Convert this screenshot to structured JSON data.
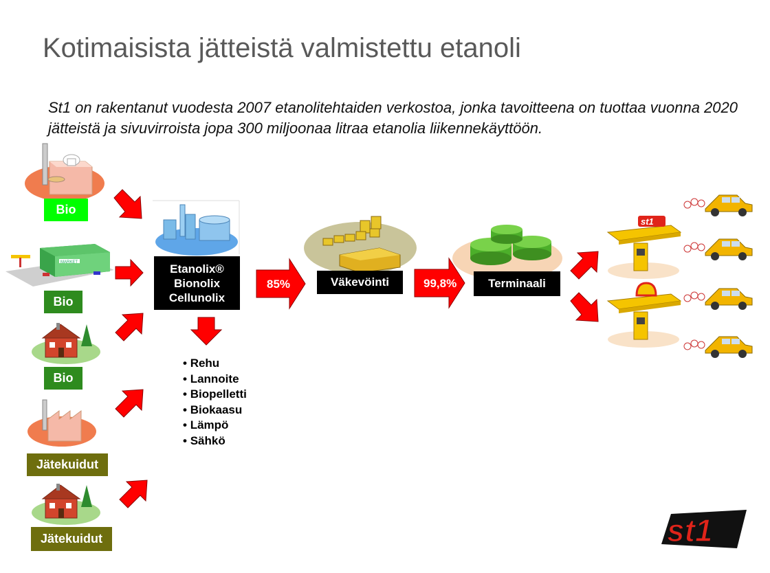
{
  "title": "Kotimaisista jätteistä valmistettu etanoli",
  "subtitle": "St1 on rakentanut vuodesta 2007 etanolitehtaiden verkostoa, jonka tavoitteena on tuottaa vuonna 2020 jätteistä ja sivuvirroista jopa 300 miljoonaa litraa etanolia liikennekäyttöön.",
  "sources": [
    {
      "label": "Bio",
      "icon": "bakery-factory-icon"
    },
    {
      "label": "Bio",
      "icon": "supermarket-icon",
      "sign": "MARKET"
    },
    {
      "label": "Bio",
      "icon": "house-icon"
    },
    {
      "label": "Jätekuidut",
      "icon": "industrial-factory-icon"
    },
    {
      "label": "Jätekuidut",
      "icon": "house-icon"
    }
  ],
  "plant": {
    "lines": [
      "Etanolix®",
      "Bionolix",
      "Cellunolix"
    ]
  },
  "byproducts": [
    "Rehu",
    "Lannoite",
    "Biopelletti",
    "Biokaasu",
    "Lämpö",
    "Sähkö"
  ],
  "stage1": {
    "percent": "85%",
    "label": "Väkevöinti"
  },
  "stage2": {
    "percent": "99,8%",
    "label": "Terminaali"
  },
  "stations": [
    {
      "brand": "st1",
      "icon": "st1-fuel-station-icon"
    },
    {
      "brand": "shell",
      "icon": "shell-fuel-station-icon"
    }
  ],
  "cars": [
    "car-icon",
    "car-icon",
    "car-icon",
    "car-icon"
  ],
  "logo": "st1",
  "colors": {
    "arrow": "#ff0000",
    "bio_bright": "#00ff00",
    "bio_dark": "#2e8b1e",
    "fiber": "#6e6e0e",
    "car": "#f2b400",
    "pump": "#f5c400"
  }
}
